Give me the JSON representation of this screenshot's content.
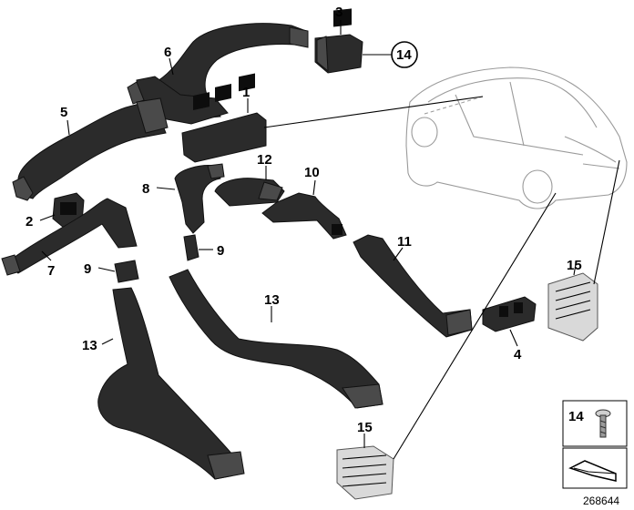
{
  "callouts": {
    "c1": "1",
    "c2": "2",
    "c3": "3",
    "c4": "4",
    "c5": "5",
    "c6": "6",
    "c7": "7",
    "c8": "8",
    "c9a": "9",
    "c9b": "9",
    "c10": "10",
    "c11": "11",
    "c12": "12",
    "c13a": "13",
    "c13b": "13",
    "c14": "14",
    "c15a": "15",
    "c15b": "15"
  },
  "legend": {
    "item": "14"
  },
  "reference_number": "268644"
}
